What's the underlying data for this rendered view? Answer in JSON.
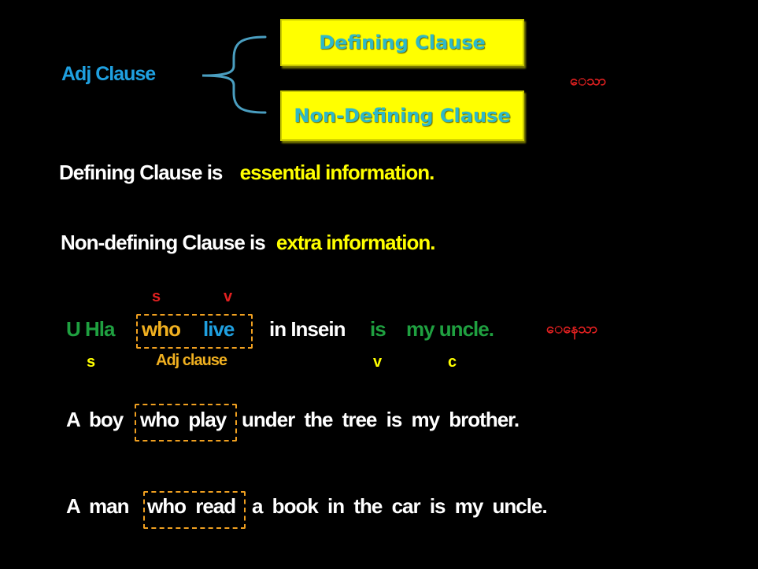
{
  "heading": {
    "adj_clause": "Adj Clause",
    "defining_box": "Defining Clause",
    "nondefining_box": "Non-Defining Clause",
    "burmese_that": "ေသာ"
  },
  "definitions": {
    "defining_prefix": "Defining Clause is",
    "defining_value": "essential information.",
    "nondefining_prefix": "Non-defining Clause is",
    "nondefining_value": "extra information."
  },
  "example1": {
    "label_s_top": "s",
    "label_v_top": "v",
    "subject": "U Hla",
    "who": "who",
    "live": "live",
    "in_insein": "in Insein",
    "is": "is",
    "my_uncle": "my uncle.",
    "burmese": "ေနေသာ",
    "label_s_bottom": "s",
    "label_adj_clause": "Adj clause",
    "label_v_bottom": "v",
    "label_c_bottom": "c"
  },
  "example2": {
    "before": "A boy",
    "clause": "who play",
    "after": "under the tree is my brother."
  },
  "example3": {
    "before": "A man",
    "clause": "who read",
    "after": "a book in the car is my uncle."
  },
  "colors": {
    "background": "#000000",
    "box_fill": "#ffff00",
    "box_text": "#2fb8c8",
    "adj_blue": "#1fa0e0",
    "highlight_yellow": "#ffff00",
    "green": "#1fa040",
    "orange": "#f0b020",
    "red": "#e02020",
    "brace": "#4a9ec0"
  }
}
